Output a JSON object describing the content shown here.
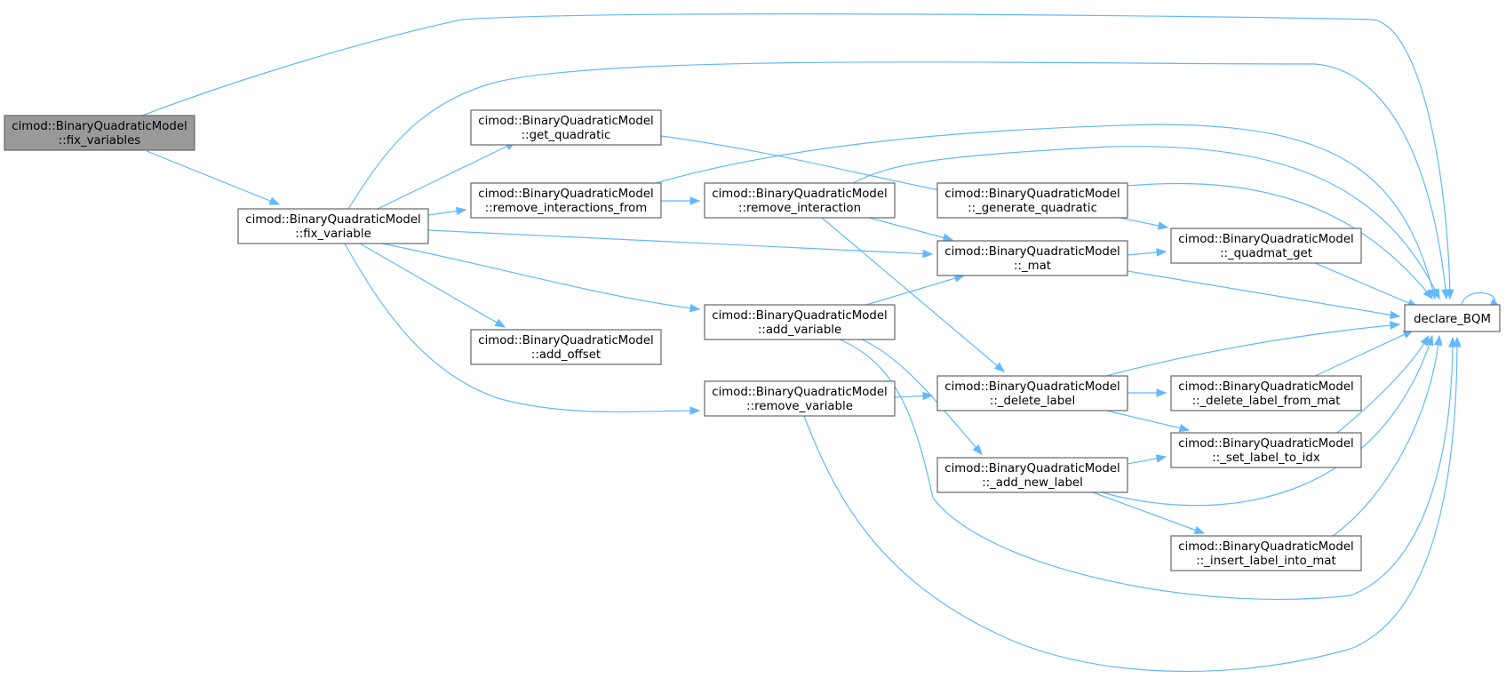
{
  "graph": {
    "nodes": [
      {
        "id": "fix_variables",
        "line1": "cimod::BinaryQuadraticModel",
        "line2": "::fix_variables",
        "root": true
      },
      {
        "id": "fix_variable",
        "line1": "cimod::BinaryQuadraticModel",
        "line2": "::fix_variable"
      },
      {
        "id": "get_quadratic",
        "line1": "cimod::BinaryQuadraticModel",
        "line2": "::get_quadratic"
      },
      {
        "id": "remove_interactions_from",
        "line1": "cimod::BinaryQuadraticModel",
        "line2": "::remove_interactions_from"
      },
      {
        "id": "add_offset",
        "line1": "cimod::BinaryQuadraticModel",
        "line2": "::add_offset"
      },
      {
        "id": "remove_interaction",
        "line1": "cimod::BinaryQuadraticModel",
        "line2": "::remove_interaction"
      },
      {
        "id": "add_variable",
        "line1": "cimod::BinaryQuadraticModel",
        "line2": "::add_variable"
      },
      {
        "id": "remove_variable",
        "line1": "cimod::BinaryQuadraticModel",
        "line2": "::remove_variable"
      },
      {
        "id": "_generate_quadratic",
        "line1": "cimod::BinaryQuadraticModel",
        "line2": "::_generate_quadratic"
      },
      {
        "id": "_mat",
        "line1": "cimod::BinaryQuadraticModel",
        "line2": "::_mat"
      },
      {
        "id": "_delete_label",
        "line1": "cimod::BinaryQuadraticModel",
        "line2": "::_delete_label"
      },
      {
        "id": "_add_new_label",
        "line1": "cimod::BinaryQuadraticModel",
        "line2": "::_add_new_label"
      },
      {
        "id": "_quadmat_get",
        "line1": "cimod::BinaryQuadraticModel",
        "line2": "::_quadmat_get"
      },
      {
        "id": "_delete_label_from_mat",
        "line1": "cimod::BinaryQuadraticModel",
        "line2": "::_delete_label_from_mat"
      },
      {
        "id": "_set_label_to_idx",
        "line1": "cimod::BinaryQuadraticModel",
        "line2": "::_set_label_to_idx"
      },
      {
        "id": "_insert_label_into_mat",
        "line1": "cimod::BinaryQuadraticModel",
        "line2": "::_insert_label_into_mat"
      },
      {
        "id": "declare_BQM",
        "line1": "declare_BQM",
        "line2": ""
      }
    ],
    "edges": [
      [
        "fix_variables",
        "declare_BQM"
      ],
      [
        "fix_variables",
        "fix_variable"
      ],
      [
        "fix_variable",
        "declare_BQM"
      ],
      [
        "fix_variable",
        "get_quadratic"
      ],
      [
        "fix_variable",
        "remove_interactions_from"
      ],
      [
        "fix_variable",
        "_mat"
      ],
      [
        "fix_variable",
        "add_variable"
      ],
      [
        "fix_variable",
        "add_offset"
      ],
      [
        "fix_variable",
        "remove_variable"
      ],
      [
        "get_quadratic",
        "_generate_quadratic"
      ],
      [
        "remove_interactions_from",
        "declare_BQM"
      ],
      [
        "remove_interactions_from",
        "remove_interaction"
      ],
      [
        "remove_interaction",
        "declare_BQM"
      ],
      [
        "remove_interaction",
        "_mat"
      ],
      [
        "remove_interaction",
        "_delete_label"
      ],
      [
        "_generate_quadratic",
        "declare_BQM"
      ],
      [
        "_generate_quadratic",
        "_quadmat_get"
      ],
      [
        "_mat",
        "_quadmat_get"
      ],
      [
        "_mat",
        "declare_BQM"
      ],
      [
        "_quadmat_get",
        "declare_BQM"
      ],
      [
        "add_variable",
        "_mat"
      ],
      [
        "add_variable",
        "_add_new_label"
      ],
      [
        "add_variable",
        "declare_BQM"
      ],
      [
        "remove_variable",
        "_delete_label"
      ],
      [
        "remove_variable",
        "declare_BQM"
      ],
      [
        "_delete_label",
        "declare_BQM"
      ],
      [
        "_delete_label",
        "_delete_label_from_mat"
      ],
      [
        "_delete_label",
        "_set_label_to_idx"
      ],
      [
        "_delete_label_from_mat",
        "declare_BQM"
      ],
      [
        "_add_new_label",
        "_set_label_to_idx"
      ],
      [
        "_add_new_label",
        "declare_BQM"
      ],
      [
        "_add_new_label",
        "_insert_label_into_mat"
      ],
      [
        "_set_label_to_idx",
        "declare_BQM"
      ],
      [
        "_insert_label_into_mat",
        "declare_BQM"
      ],
      [
        "declare_BQM",
        "declare_BQM"
      ]
    ]
  }
}
